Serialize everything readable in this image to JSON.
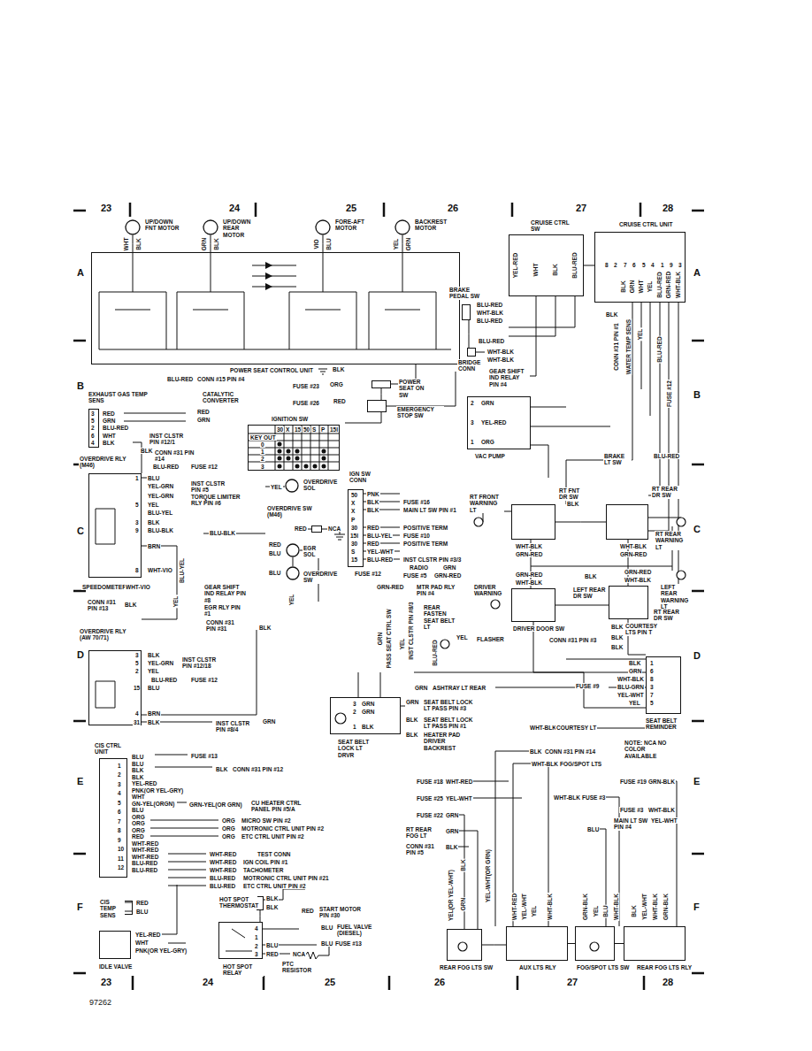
{
  "diagram": {
    "nodes": [
      {
        "text": [
          "UP/DOWN FNT MOTOR"
        ]
      },
      {
        "text": [
          "UP/DOWN REAR MOTOR"
        ]
      },
      {
        "text": [
          "FORE-AFT MOTOR"
        ]
      },
      {
        "text": [
          "BACKREST MOTOR"
        ]
      },
      {
        "text": [
          "POWER SEAT CONTROL UNIT"
        ]
      },
      {
        "text": [
          "POWER SEAT ON SW"
        ]
      },
      {
        "text": [
          "EMERGENCY STOP SW"
        ]
      },
      {
        "text": [
          "CRUISE CTRL SW"
        ]
      },
      {
        "text": [
          "CRUISE CTRL UNIT"
        ]
      },
      {
        "text": [
          "BRAKE PEDAL SW"
        ]
      },
      {
        "text": [
          "BRIDGE CONN"
        ]
      },
      {
        "text": [
          "VAC PUMP"
        ]
      },
      {
        "text": [
          "EXHAUST GAS TEMP SENS"
        ]
      },
      {
        "text": [
          "IGNITION SW"
        ]
      },
      {
        "text": [
          "IGN SW CONN"
        ]
      },
      {
        "text": [
          "OVERDRIVE RLY (M46)"
        ]
      },
      {
        "text": [
          "OVERDRIVE SOL"
        ]
      },
      {
        "text": [
          "OVERDRIVE SW (M46)"
        ]
      },
      {
        "text": [
          "EGR SOL"
        ]
      },
      {
        "text": [
          "OVERDRIVE SW"
        ]
      },
      {
        "text": [
          "OVERDRIVE RLY (AW 70/71)"
        ]
      },
      {
        "text": [
          "RT FNT DR SW"
        ]
      },
      {
        "text": [
          "RT REAR DR SW"
        ]
      },
      {
        "text": [
          "DRIVER DOOR SW"
        ]
      },
      {
        "text": [
          "LEFT REAR DR SW"
        ]
      },
      {
        "text": [
          "SEAT BELT REMINDER"
        ]
      },
      {
        "text": [
          "SEAT BELT LOCK LT DRVR"
        ]
      },
      {
        "text": [
          "CIS CTRL UNIT"
        ]
      },
      {
        "text": [
          "CIS TEMP SENS"
        ]
      },
      {
        "text": [
          "IDLE VALVE"
        ]
      },
      {
        "text": [
          "HOT SPOT THERMOSTAT"
        ]
      },
      {
        "text": [
          "HOT SPOT RELAY"
        ]
      },
      {
        "text": [
          "REAR FOG LTS SW"
        ]
      },
      {
        "text": [
          "AUX LTS RLY"
        ]
      },
      {
        "text": [
          "FOG/SPOT LTS SW"
        ]
      },
      {
        "text": [
          "REAR FOG LTS RLY"
        ]
      }
    ],
    "edges": [
      {
        "from": 0,
        "to": 4,
        "arrow": "none"
      },
      {
        "from": 1,
        "to": 4,
        "arrow": "none"
      },
      {
        "from": 2,
        "to": 4,
        "arrow": "none"
      },
      {
        "from": 3,
        "to": 4,
        "arrow": "none"
      },
      {
        "from": 5,
        "to": 6,
        "arrow": "none"
      },
      {
        "from": 10,
        "to": 9,
        "arrow": "none"
      },
      {
        "from": 7,
        "to": 8,
        "arrow": "none"
      },
      {
        "from": 18,
        "to": 19,
        "arrow": "none"
      },
      {
        "from": 21,
        "to": 22,
        "arrow": "none"
      },
      {
        "from": 23,
        "to": 24,
        "arrow": "none"
      },
      {
        "from": 30,
        "to": 31,
        "arrow": "none"
      },
      {
        "from": 32,
        "to": 33,
        "arrow": "none"
      },
      {
        "from": 33,
        "to": 34,
        "arrow": "none"
      },
      {
        "from": 34,
        "to": 35,
        "arrow": "none"
      }
    ],
    "labels": [
      "23",
      "24",
      "25",
      "26",
      "27",
      "28",
      "23",
      "24",
      "25",
      "26",
      "27",
      "28",
      "A",
      "B",
      "C",
      "D",
      "E",
      "F",
      "A",
      "B",
      "C",
      "D",
      "E",
      "F",
      "97262",
      "WHT",
      "BLK",
      "GRN",
      "BLK",
      "VIO",
      "BLU",
      "YEL",
      "GRN",
      "BLU-RED",
      "CONN #15 PIN #4",
      "BLK",
      "FUSE #23",
      "ORG",
      "FUSE #26",
      "RED",
      "YEL-RED",
      "WHT",
      "BLK",
      "BLU-RED",
      "8",
      "2",
      "7",
      "6",
      "5",
      "4",
      "1",
      "9",
      "3",
      "BLK",
      "GRN",
      "WHT",
      "YEL",
      "BLU-RED",
      "GRN-RED",
      "WHT-BLK",
      "BLK",
      "CONN #31 PIN #1",
      "WATER TEMP SENS",
      "YEL",
      "BLU-RED",
      "FUSE #12",
      "BRAKE LT SW",
      "BLU-RED",
      "BLU-RED",
      "WHT-BLK",
      "BLU-RED",
      "BLU-RED",
      "WHT-BLK",
      "WHT-BLK",
      "GEAR SHIFT IND RELAY PIN #4",
      "2",
      "GRN",
      "3",
      "YEL-RED",
      "1",
      "ORG",
      "3",
      "5",
      "2",
      "6",
      "4",
      "RED",
      "GRN",
      "BLU-RED",
      "WHT",
      "BLK",
      "CATALYTIC CONVERTER",
      "RED",
      "GRN",
      "INST CLSTR PIN #12/1",
      "BLK",
      "CONN #31 PIN #14",
      "30",
      "X",
      "15",
      "50",
      "S",
      "P",
      "15I",
      "KEY OUT",
      "0",
      "1",
      "2",
      "3",
      "50",
      "X",
      "X",
      "P",
      "30",
      "15I",
      "30",
      "S",
      "15",
      "PNK",
      "BLK",
      "BLK",
      "RED",
      "BLU-YEL",
      "RED",
      "YEL-WHT",
      "BLU-RED",
      "FUSE #12",
      "FUSE #16",
      "MAIN LT SW PIN #1",
      "POSITIVE TERM",
      "FUSE #10",
      "POSITIVE TERM",
      "INST CLSTR PIN #3/3",
      "RADIO",
      "FUSE #5",
      "GRN",
      "GRN-RED",
      "BLU-RED",
      "FUSE #12",
      "1",
      "BLU",
      "YEL-GRN",
      "INST CLSTR PIN #5",
      "YEL-GRN",
      "TORQUE LIMITER RLY PIN #6",
      "5",
      "YEL",
      "BLU-YEL",
      "3",
      "BLK",
      "9",
      "BLU-BLK",
      "BRN",
      "8",
      "WHT-VIO",
      "SPEEDOMETER",
      "WHT-VIO",
      "CONN #31 PIN #13",
      "BLK",
      "BLU-BLK",
      "YEL",
      "RED",
      "NCA",
      "RED",
      "BLU",
      "BLU",
      "BLU-YEL",
      "YEL",
      "GEAR SHIFT IND RELAY PIN #8",
      "EGR RLY PIN #1",
      "YEL",
      "CONN #31 PIN #31",
      "BLK",
      "3",
      "BLK",
      "5",
      "YEL-GRN",
      "2",
      "YEL",
      "INST CLSTR PIN #12/18",
      "BLU-RED",
      "FUSE #12",
      "15",
      "BLU",
      "4",
      "BRN",
      "31",
      "BLK",
      "INST CLSTR PIN #8/4",
      "GRN",
      "1",
      "2",
      "3",
      "4",
      "5",
      "6",
      "7",
      "8",
      "9",
      "10",
      "11",
      "12",
      "BLU",
      "BLU",
      "BLK",
      "BLK",
      "YEL-RED",
      "PNK(OR YEL-GRY)",
      "WHT",
      "GN-YEL(ORGN)",
      "BLU",
      "ORG",
      "ORG",
      "ORG",
      "RED",
      "WHT-RED",
      "WHT-RED",
      "WHT-RED",
      "BLU-RED",
      "BLU-RED",
      "FUSE #13",
      "BLK",
      "CONN #31 PIN #12",
      "GRN-YEL(OR GRN)",
      "CU HEATER CTRL PANEL PIN #5/A",
      "ORG",
      "MICRO SW PIN #2",
      "ORG",
      "MOTRONIC CTRL UNIT PIN #2",
      "ORG",
      "ETC CTRL UNIT PIN #2",
      "WHT-RED",
      "TEST CONN",
      "WHT-RED",
      "IGN COIL PIN #1",
      "WHT-RED",
      "TACHOMETER",
      "BLU-RED",
      "MOTRONIC CTRL UNIT PIN #21",
      "BLU-RED",
      "ETC CTRL UNIT PIN #2",
      "RED",
      "BLU",
      "YEL-RED",
      "WHT",
      "PNK(OR YEL-GRY)",
      "BLK",
      "BLK",
      "RED",
      "START MOTOR PIN #30",
      "BLU",
      "FUEL VALVE (DIESEL)",
      "BLU",
      "FUSE #13",
      "NCA",
      "PTC RESISTOR",
      "4",
      "1",
      "2",
      "3",
      "BLU",
      "RED",
      "GRN-RED",
      "MTR PAD RLY PIN #4",
      "PASS SEAT CTRL SW",
      "GRN",
      "YEL",
      "INST CLSTR PIN #8/3",
      "BLU-RED",
      "REAR FASTEN SEAT BELT LT",
      "YEL",
      "FLASHER",
      "GRN",
      "ASHTRAY LT REAR",
      "3",
      "GRN",
      "2",
      "GRN",
      "1",
      "BLK",
      "GRN",
      "SEAT BELT LOCK LT PASS PIN #3",
      "BLK",
      "SEAT BELT LOCK LT PASS PIN #1",
      "BLK",
      "HEATER PAD DRIVER BACKREST",
      "RT FRONT WARNING LT",
      "WHT-BLK",
      "GRN-RED",
      "BLK",
      "RT REAR WARNING LT",
      "WHT-BLK",
      "GRN-RED",
      "GRN-RED",
      "WHT-BLK",
      "DRIVER WARNING",
      "BLK",
      "GRN-RED",
      "WHT-BLK",
      "LEFT REAR WARNING LT",
      "RT REAR DR SW",
      "BLK",
      "COURTESY LTS PIN T",
      "BLK",
      "CONN #31 PIN #3",
      "BLK",
      "FUSE #9",
      "WHT-BLK",
      "COURTESY LT",
      "1",
      "6",
      "8",
      "3",
      "7",
      "5",
      "BLK",
      "GRN",
      "WHT-BLK",
      "BLU-GRN",
      "YEL-WHT",
      "YEL",
      "NOTE: NCA NO COLOR AVAILABLE",
      "BLK",
      "CONN #31 PIN #14",
      "WHT-BLK",
      "FOG/SPOT LTS",
      "FUSE #19",
      "GRN-BLK",
      "WHT-BLK",
      "FUSE #3",
      "FUSE #3",
      "WHT-BLK",
      "MAIN LT SW PIN #4",
      "YEL-WHT",
      "BLU",
      "FUSE #18",
      "WHT-RED",
      "FUSE #25",
      "YEL-WHT",
      "FUSE #22",
      "GRN",
      "RT REAR FOG LT",
      "GRN",
      "CONN #31 PIN #5",
      "BLK",
      "YEL(OR YEL-WHT)",
      "GRN",
      "YEL-WHT(OR GRN)",
      "BLK",
      "WHT-RED",
      "YEL-WHT",
      "YEL",
      "WHT-BLK",
      "GRN-BLK",
      "YEL",
      "BLU",
      "WHT-BLK",
      "BLK",
      "YEL-WHT",
      "WHT-BLK",
      "GRN-BLK"
    ]
  }
}
